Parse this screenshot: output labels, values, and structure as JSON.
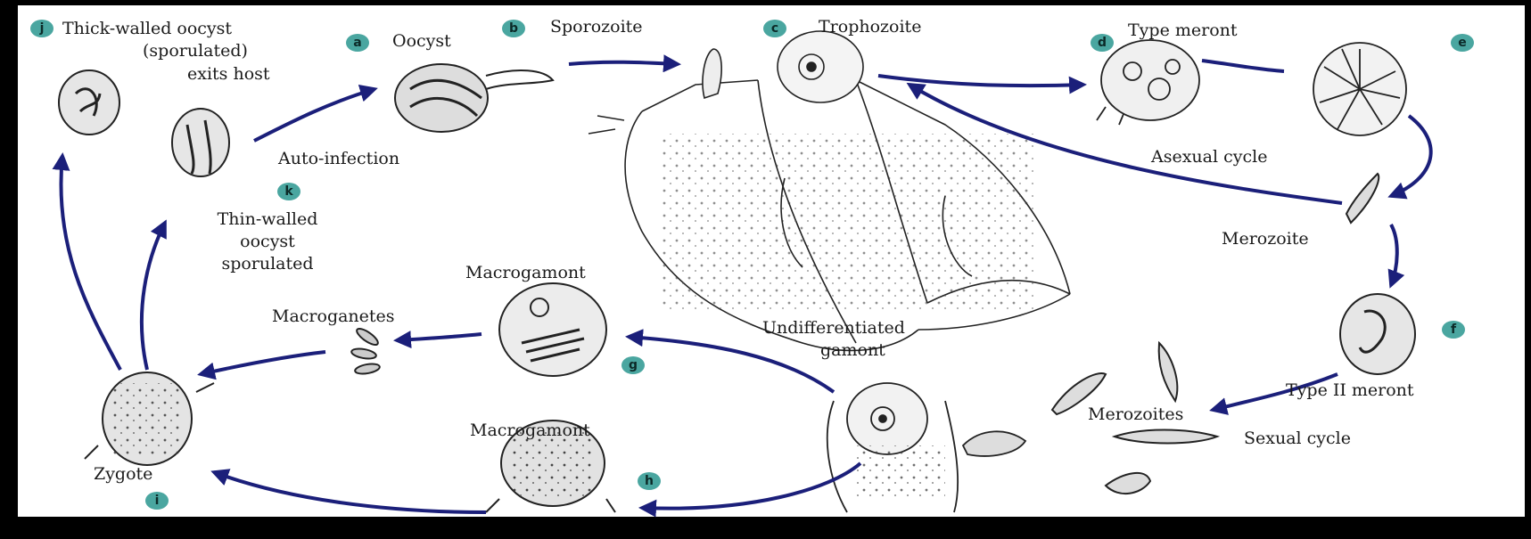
{
  "colors": {
    "arrow": "#1b1f7a",
    "badge": "#4aa6a0",
    "ink": "#1a1a1a",
    "frame": "#000000"
  },
  "badges": {
    "a": "a",
    "b": "b",
    "c": "c",
    "d": "d",
    "e": "e",
    "f": "f",
    "g": "g",
    "h": "h",
    "i": "i",
    "j": "j",
    "k": "k"
  },
  "labels": {
    "thick_walled_line1": "Thick-walled oocyst",
    "thick_walled_line2": "(sporulated)",
    "thick_walled_line3": "exits host",
    "oocyst": "Oocyst",
    "sporozoite": "Sporozoite",
    "trophozoite": "Trophozoite",
    "type_meront": "Type meront",
    "auto_infection": "Auto-infection",
    "thin_walled_line1": "Thin-walled",
    "thin_walled_line2": "oocyst",
    "thin_walled_line3": "sporulated",
    "asexual_cycle": "Asexual cycle",
    "merozoite": "Merozoite",
    "macrogamont_top": "Macrogamont",
    "macroganetes": "Macroganetes",
    "undifferentiated_line1": "Undifferentiated",
    "undifferentiated_line2": "gamont",
    "type_ii_meront": "Type II meront",
    "merozoites": "Merozoites",
    "sexual_cycle": "Sexual cycle",
    "macrogamont_bottom": "Macrogamont",
    "zygote": "Zygote"
  }
}
